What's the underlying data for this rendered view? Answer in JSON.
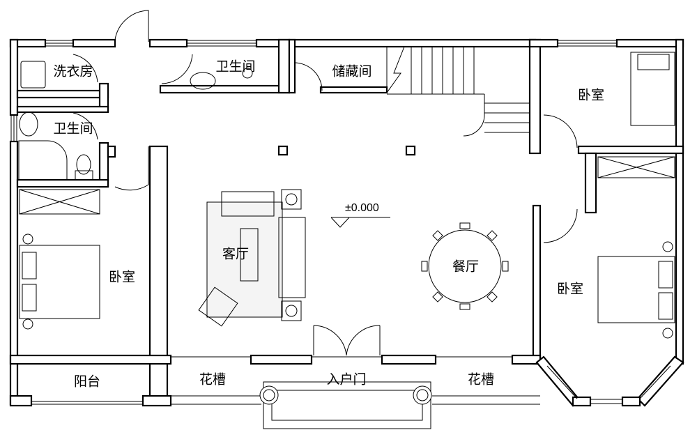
{
  "rooms": {
    "laundry": "洗衣房",
    "bathroom_top": "卫生间",
    "bathroom_left": "卫生间",
    "storage": "储藏间",
    "bedroom_top_right": "卧室",
    "bedroom_left": "卧室",
    "bedroom_right": "卧室",
    "living_room": "客厅",
    "dining_room": "餐厅",
    "balcony": "阳台",
    "planter_left": "花槽",
    "planter_right": "花槽",
    "entrance": "入户门"
  },
  "elevation_mark": "±0.000",
  "colors": {
    "line": "#000000",
    "background": "#ffffff"
  }
}
